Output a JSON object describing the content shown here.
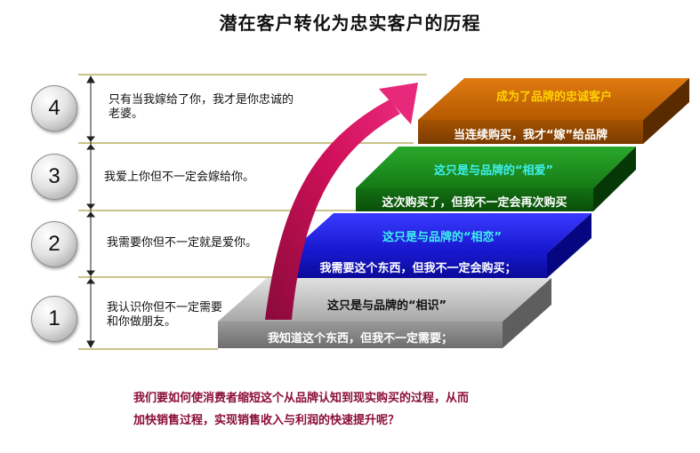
{
  "title": "潜在客户转化为忠实客户的历程",
  "levels": [
    {
      "number": "4",
      "description": "只有当我嫁给了你，我才是你忠诚的老婆。",
      "top_label": "成为了品牌的忠诚客户",
      "front_label": "当连续购买，我才“嫁”给品牌",
      "color": "#cc6a00"
    },
    {
      "number": "3",
      "description": "我爱上你但不一定会嫁给你。",
      "top_label": "这只是与品牌的“相爱”",
      "front_label": "这次购买了，但我不一定会再次购买",
      "color": "#1b8a1b"
    },
    {
      "number": "2",
      "description": "我需要你但不一定就是爱你。",
      "top_label": "这只是与品牌的“相恋”",
      "front_label": "我需要这个东西，但我不一定会购买；",
      "color": "#1f1fe0"
    },
    {
      "number": "1",
      "description": "我认识你但不一定需要和你做朋友。",
      "top_label": "这只是与品牌的“相识”",
      "front_label": "我知道这个东西，但我不一定需要；",
      "color": "#8c8c8c"
    }
  ],
  "question": {
    "line1": "我们要如何使消费者缩短这个从品牌认知到现实购买的过程，从而",
    "line2": "加快销售过程，实现销售收入与利润的快速提升呢？"
  }
}
